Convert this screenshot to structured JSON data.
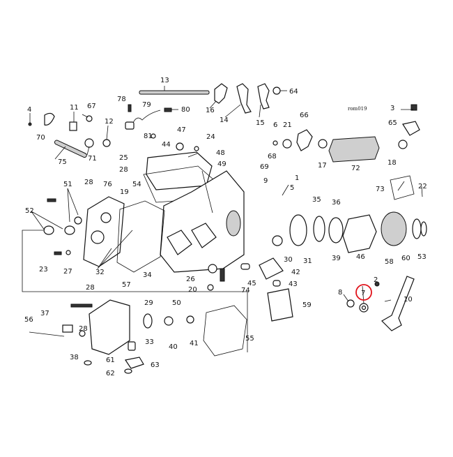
{
  "diagram": {
    "ref_code": "rom019",
    "highlight_color": "#e0121a",
    "highlighted_part": "7",
    "callouts": {
      "c1": "1",
      "c2": "2",
      "c3": "3",
      "c4": "4",
      "c5": "5",
      "c6": "6",
      "c7": "7",
      "c8": "8",
      "c9": "9",
      "c10": "10",
      "c11": "11",
      "c12": "12",
      "c13": "13",
      "c14": "14",
      "c15": "15",
      "c16": "16",
      "c17": "17",
      "c18": "18",
      "c19": "19",
      "c20": "20",
      "c21": "21",
      "c22": "22",
      "c23": "23",
      "c24": "24",
      "c25": "25",
      "c26": "26",
      "c27": "27",
      "c28a": "28",
      "c28b": "28",
      "c28c": "28",
      "c28d": "28",
      "c28e": "28",
      "c29": "29",
      "c30": "30",
      "c31": "31",
      "c32": "32",
      "c33": "33",
      "c34": "34",
      "c35": "35",
      "c36": "36",
      "c37": "37",
      "c38": "38",
      "c39": "39",
      "c40": "40",
      "c41": "41",
      "c42": "42",
      "c43": "43",
      "c44": "44",
      "c45": "45",
      "c46": "46",
      "c47": "47",
      "c48": "48",
      "c49": "49",
      "c50": "50",
      "c51": "51",
      "c52": "52",
      "c53": "53",
      "c54": "54",
      "c55": "55",
      "c56": "56",
      "c57": "57",
      "c58": "58",
      "c59": "59",
      "c60": "60",
      "c61": "61",
      "c62": "62",
      "c63": "63",
      "c64": "64",
      "c65": "65",
      "c66": "66",
      "c67": "67",
      "c68": "68",
      "c69": "69",
      "c70": "70",
      "c71": "71",
      "c72": "72",
      "c73": "73",
      "c74": "74",
      "c75": "75",
      "c76": "76",
      "c78": "78",
      "c79": "79",
      "c80": "80",
      "c81": "81"
    }
  }
}
